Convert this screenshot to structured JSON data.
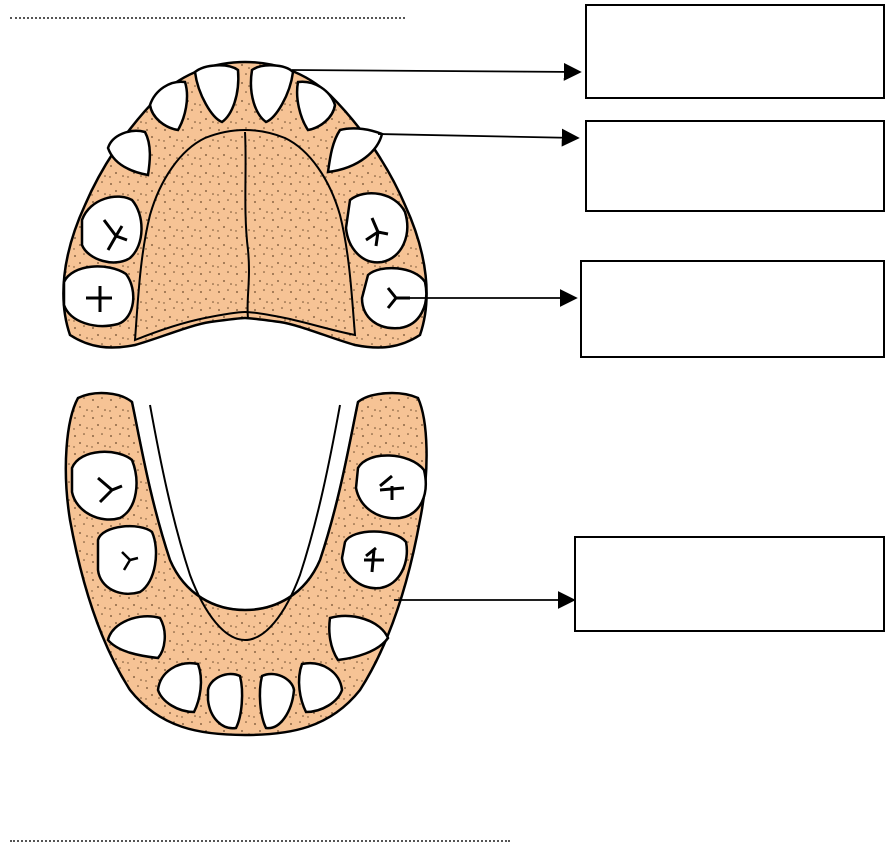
{
  "title_line": "",
  "footer_line": "",
  "colors": {
    "gum": "#f6c395",
    "tooth": "#ffffff",
    "outline": "#000000",
    "stipple": "#6b4a2b",
    "guide": "#555555"
  },
  "diagram": {
    "subject": "",
    "upper_jaw": {
      "molars_per_side": 2,
      "front_teeth_per_side": 3
    },
    "lower_jaw": {
      "molars_per_side": 2,
      "front_teeth_per_side": 3
    },
    "label_boxes": [
      {
        "id": "box-1",
        "text": ""
      },
      {
        "id": "box-2",
        "text": ""
      },
      {
        "id": "box-3",
        "text": ""
      },
      {
        "id": "box-4",
        "text": ""
      }
    ]
  }
}
